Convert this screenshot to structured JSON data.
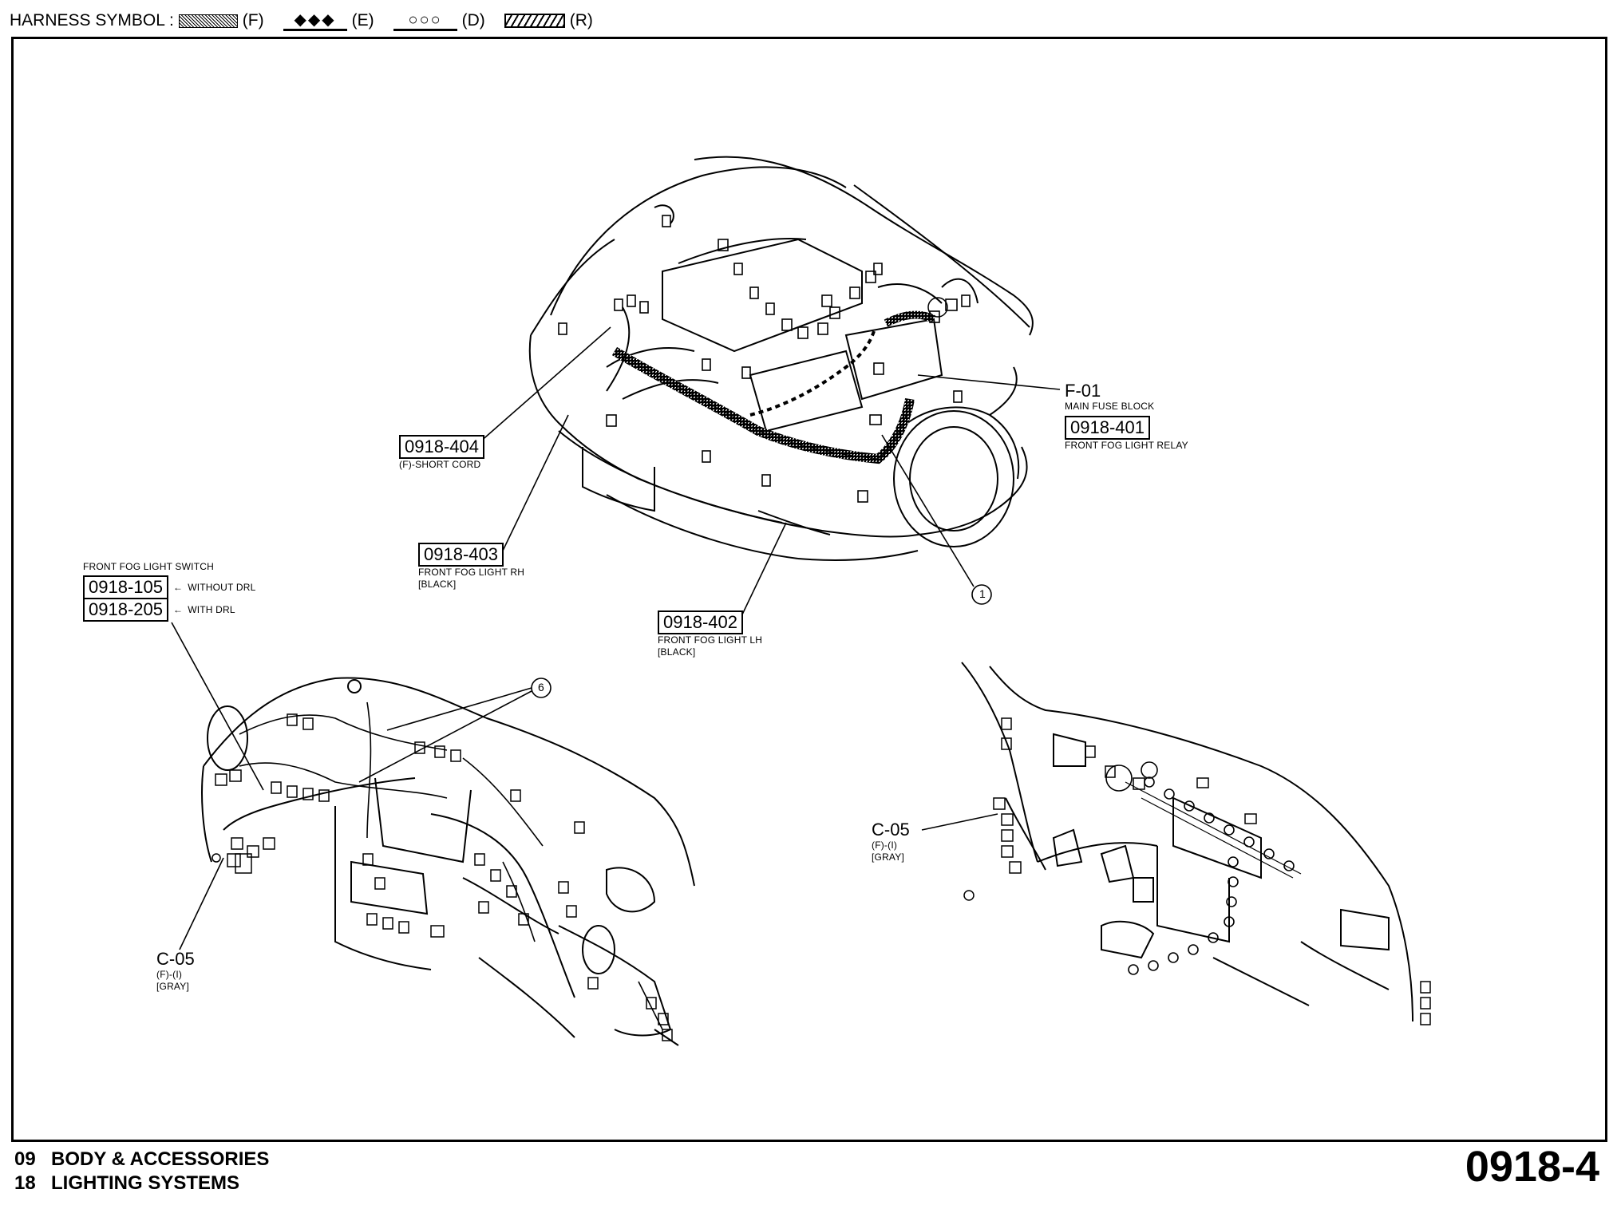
{
  "legend": {
    "title": "HARNESS SYMBOL :",
    "items": [
      {
        "symbol": "",
        "code": "(F)"
      },
      {
        "symbol": "◆◆◆",
        "code": "(E)"
      },
      {
        "symbol": "○○○",
        "code": "(D)"
      },
      {
        "symbol": "",
        "code": "(R)"
      }
    ]
  },
  "callouts": {
    "f01": {
      "code": "F-01",
      "desc": "MAIN FUSE BLOCK"
    },
    "c401": {
      "code": "0918-401",
      "desc": "FRONT FOG LIGHT RELAY"
    },
    "c404": {
      "code": "0918-404",
      "desc": "(F)-SHORT CORD"
    },
    "c403": {
      "code": "0918-403",
      "desc": "FRONT FOG LIGHT RH",
      "color": "[BLACK]"
    },
    "c402": {
      "code": "0918-402",
      "desc": "FRONT FOG LIGHT LH",
      "color": "[BLACK]"
    },
    "switch": {
      "title": "FRONT FOG LIGHT SWITCH",
      "code1": "0918-105",
      "note1": "WITHOUT DRL",
      "code2": "0918-205",
      "note2": "WITH DRL"
    },
    "c05_left": {
      "code": "C-05",
      "line1": "(F)-(I)",
      "line2": "[GRAY]"
    },
    "c05_right": {
      "code": "C-05",
      "line1": "(F)-(I)",
      "line2": "[GRAY]"
    },
    "circle1": "1",
    "circle6": "6"
  },
  "footer": {
    "line1_num": "09",
    "line1_text": "BODY & ACCESSORIES",
    "line2_num": "18",
    "line2_text": "LIGHTING SYSTEMS",
    "page": "0918-4"
  }
}
